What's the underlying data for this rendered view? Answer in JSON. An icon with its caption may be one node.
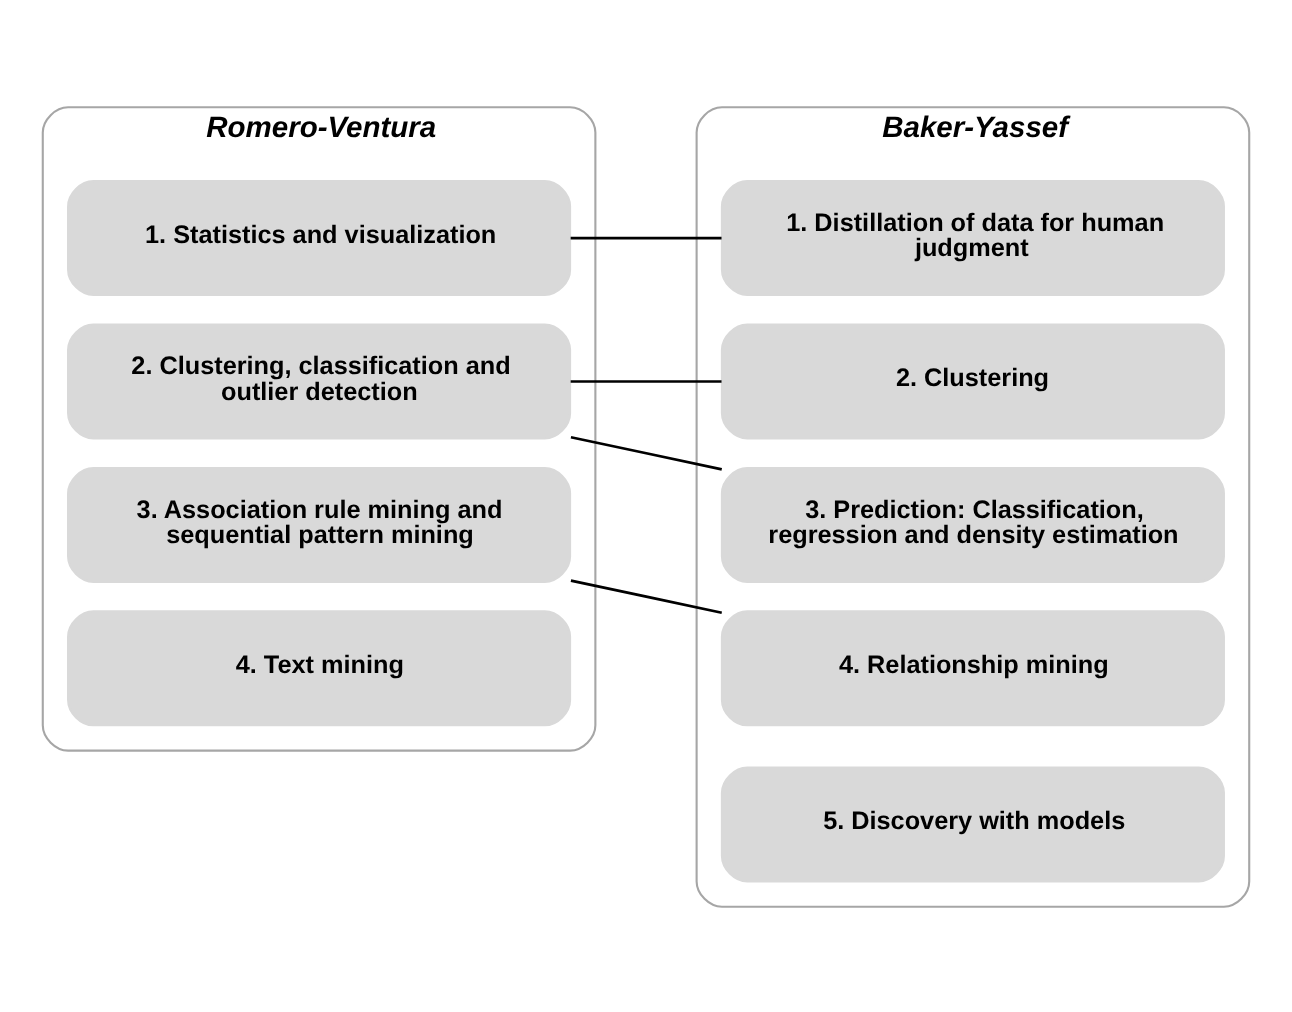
{
  "diagram": {
    "nodes": [
      {
        "text": [
          "Romero-Ventura"
        ]
      },
      {
        "text": [
          "1. Statistics and visualization"
        ],
        "in": 0
      },
      {
        "text": [
          "2. Clustering, classification and outlier detection"
        ],
        "in": 0
      },
      {
        "text": [
          "3. Association rule mining and sequential pattern mining"
        ],
        "in": 0
      },
      {
        "text": [
          "4. Text mining"
        ],
        "in": 0
      },
      {
        "text": [
          "Baker-Yassef"
        ]
      },
      {
        "text": [
          "1. Distillation of data for human judgment"
        ],
        "in": 5
      },
      {
        "text": [
          "2. Clustering"
        ],
        "in": 5
      },
      {
        "text": [
          "3. Prediction: Classification, regression and density estimation"
        ],
        "in": 5
      },
      {
        "text": [
          "4. Relationship mining"
        ],
        "in": 5
      },
      {
        "text": [
          "5. Discovery with models"
        ],
        "in": 5
      }
    ],
    "edges": [
      {
        "from": 1,
        "to": 6,
        "arrow": "none"
      },
      {
        "from": 2,
        "to": 7,
        "arrow": "none"
      },
      {
        "from": 2,
        "to": 8,
        "arrow": "none"
      },
      {
        "from": 3,
        "to": 9,
        "arrow": "none"
      }
    ]
  }
}
